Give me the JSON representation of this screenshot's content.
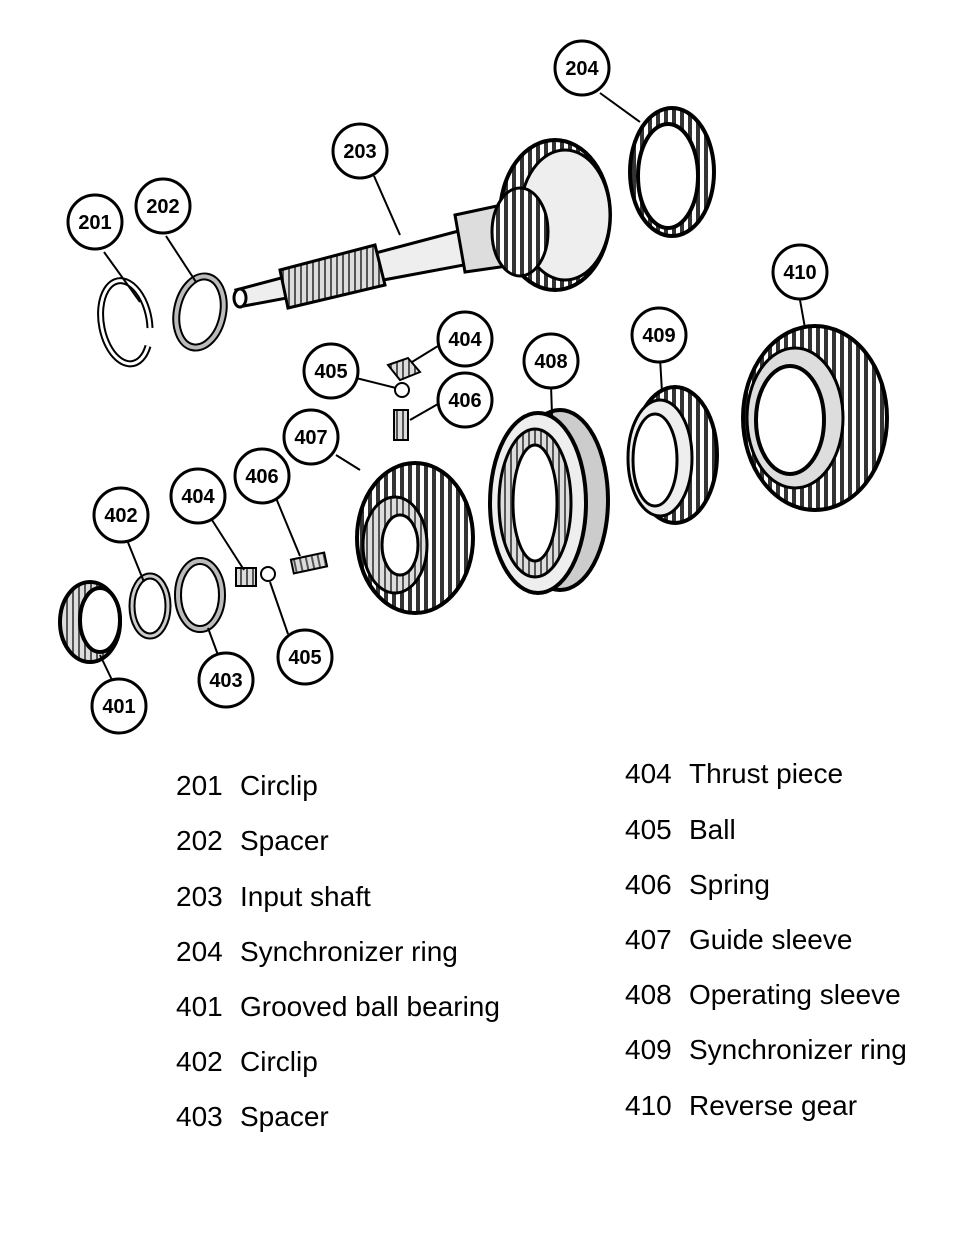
{
  "diagram": {
    "callouts": {
      "c201": "201",
      "c202": "202",
      "c203": "203",
      "c204": "204",
      "c401": "401",
      "c402": "402",
      "c403": "403",
      "c404a": "404",
      "c404b": "404",
      "c405a": "405",
      "c405b": "405",
      "c406a": "406",
      "c406b": "406",
      "c407": "407",
      "c408": "408",
      "c409": "409",
      "c410": "410"
    }
  },
  "legend": {
    "left": [
      {
        "num": "201",
        "label": "Circlip"
      },
      {
        "num": "202",
        "label": "Spacer"
      },
      {
        "num": "203",
        "label": "Input shaft"
      },
      {
        "num": "204",
        "label": "Synchronizer ring"
      },
      {
        "num": "401",
        "label": "Grooved ball bearing"
      },
      {
        "num": "402",
        "label": "Circlip"
      },
      {
        "num": "403",
        "label": "Spacer"
      }
    ],
    "right": [
      {
        "num": "404",
        "label": "Thrust piece"
      },
      {
        "num": "405",
        "label": "Ball"
      },
      {
        "num": "406",
        "label": "Spring"
      },
      {
        "num": "407",
        "label": "Guide sleeve"
      },
      {
        "num": "408",
        "label": "Operating sleeve"
      },
      {
        "num": "409",
        "label": "Synchronizer ring"
      },
      {
        "num": "410",
        "label": "Reverse gear"
      }
    ]
  }
}
